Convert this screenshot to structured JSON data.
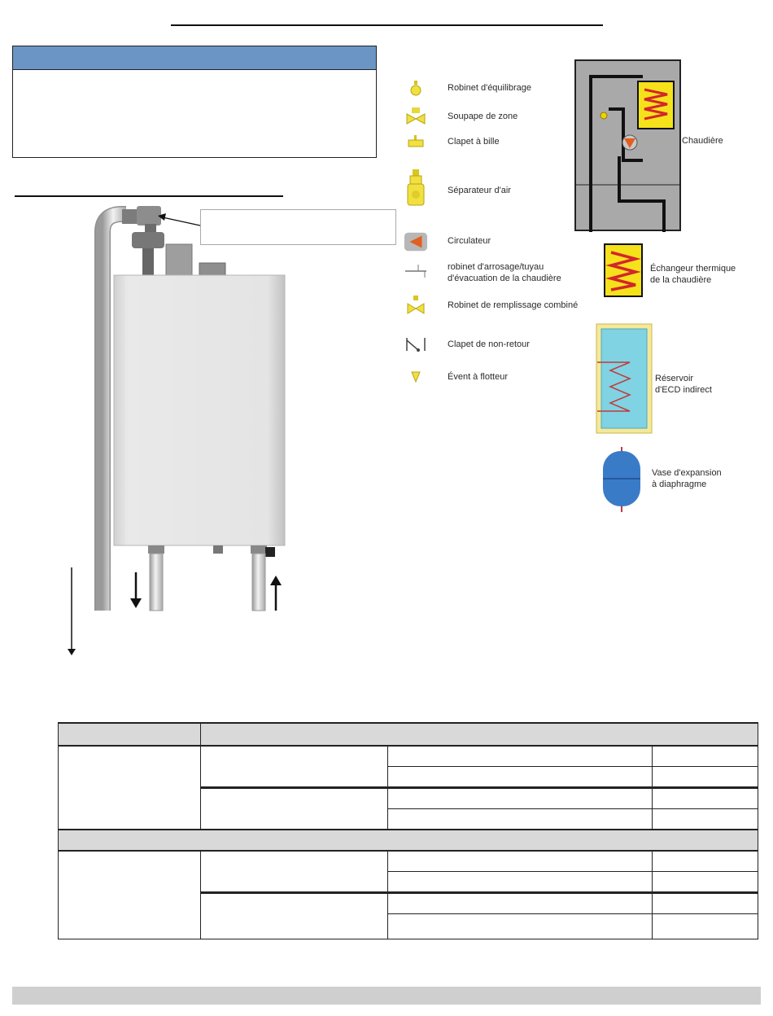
{
  "legend": {
    "items": [
      {
        "icon": "balancing-valve-icon",
        "label": "Robinet d'équilibrage"
      },
      {
        "icon": "zone-valve-icon",
        "label": "Soupape de zone"
      },
      {
        "icon": "ball-valve-icon",
        "label": "Clapet à bille"
      },
      {
        "icon": "air-separator-icon",
        "label": "Séparateur d'air"
      },
      {
        "icon": "circulator-icon",
        "label": "Circulateur"
      },
      {
        "icon": "drain-valve-icon",
        "label": "robinet d'arrosage/tuyau\nd'évacuation de la chaudière"
      },
      {
        "icon": "combo-fill-valve-icon",
        "label": "Robinet de remplissage combiné"
      },
      {
        "icon": "check-valve-icon",
        "label": "Clapet de non-retour"
      },
      {
        "icon": "float-vent-icon",
        "label": "Évent à flotteur"
      }
    ]
  },
  "diagram": {
    "boiler_label": "Chaudière",
    "heat_exchanger_label": "Échangeur thermique\nde la chaudière",
    "dhw_tank_label": "Réservoir\nd'ECD indirect",
    "expansion_tank_label": "Vase d'expansion\nà diaphragme"
  },
  "colors": {
    "header_blue": "#6b95c4",
    "exchanger_yellow": "#f5e21b",
    "coil_red": "#d3262b",
    "tank_cyan": "#7fd3e3",
    "expansion_blue": "#3a7bc8",
    "boiler_gray": "#a7a7a7"
  }
}
